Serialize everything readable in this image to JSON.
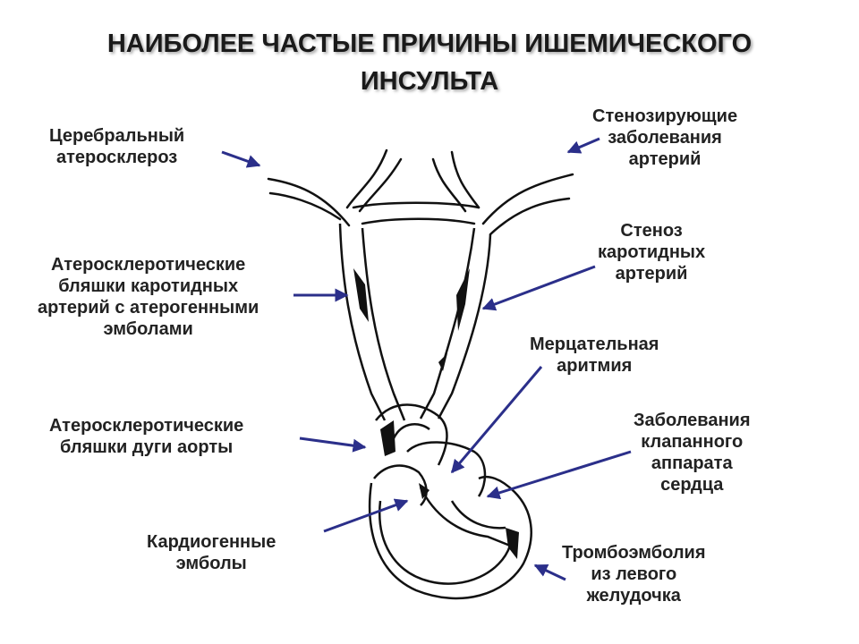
{
  "title": {
    "line1": "НАИБОЛЕЕ ЧАСТЫЕ ПРИЧИНЫ ИШЕМИЧЕСКОГО",
    "line2": "ИНСУЛЬТА"
  },
  "labels": {
    "cerebral_atherosclerosis": [
      "Церебральный",
      "атеросклероз"
    ],
    "stenosing_disease": [
      "Стенозирующие",
      "заболевания",
      "артерий"
    ],
    "carotid_stenosis": [
      "Стеноз",
      "каротидных",
      "артерий"
    ],
    "carotid_plaques": [
      "Атеросклеротические",
      "бляшки каротидных",
      "артерий с атерогенными",
      "эмболами"
    ],
    "atrial_fibrillation": [
      "Мерцательная",
      "аритмия"
    ],
    "aortic_arch_plaques": [
      "Атеросклеротические",
      "бляшки дуги аорты"
    ],
    "valve_disease": [
      "Заболевания",
      "клапанного",
      "аппарата",
      "сердца"
    ],
    "cardiogenic_emboli": [
      "Кардиогенные",
      "эмболы"
    ],
    "lv_thromboembolism": [
      "Тромбоэмболия",
      "из левого",
      "желудочка"
    ]
  },
  "colors": {
    "arrow": "#2b2f8a",
    "text": "#222222"
  }
}
